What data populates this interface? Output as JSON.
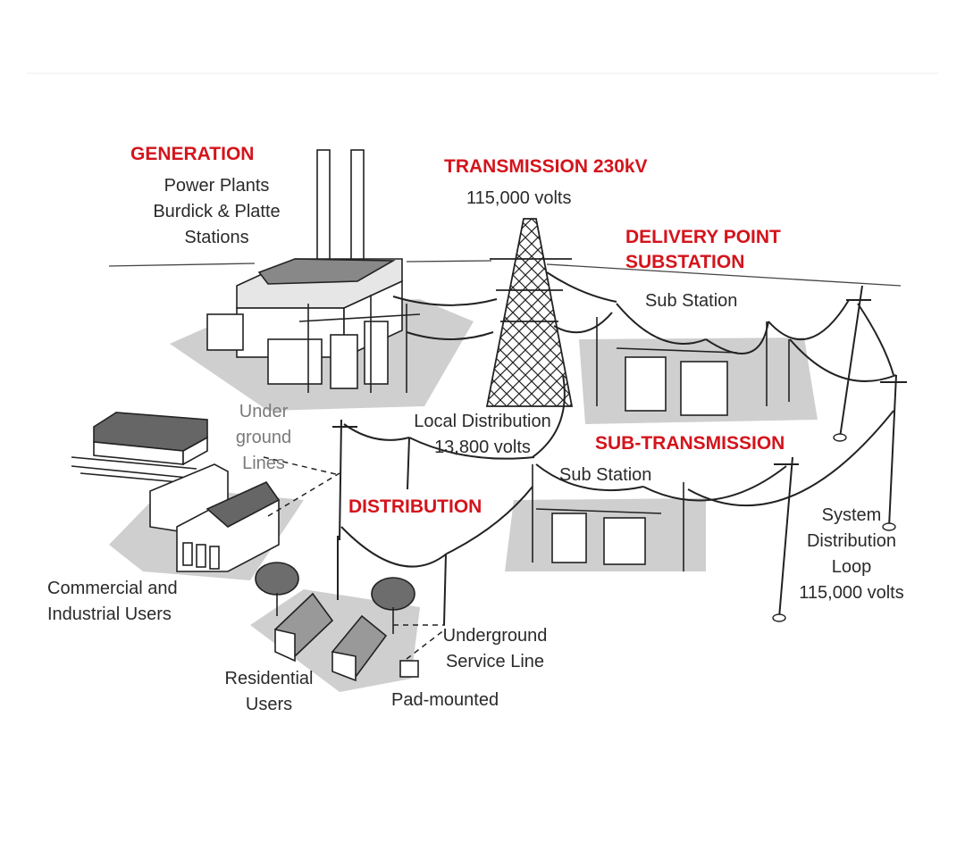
{
  "headings": {
    "generation": "GENERATION",
    "transmission": "TRANSMISSION 230kV",
    "delivery_point": [
      "DELIVERY POINT",
      "SUBSTATION"
    ],
    "sub_transmission": "SUB-TRANSMISSION",
    "distribution": "DISTRIBUTION"
  },
  "labels": {
    "power_plants": [
      "Power Plants",
      "Burdick & Platte",
      "Stations"
    ],
    "transmission_volts": "115,000 volts",
    "sub_station_upper": "Sub Station",
    "sub_station_lower": "Sub Station",
    "underground_lines": [
      "Under",
      "ground",
      "Lines"
    ],
    "local_distribution": [
      "Local Distribution",
      "13,800 volts"
    ],
    "system_loop": [
      "System",
      "Distribution",
      "Loop",
      "115,000 volts"
    ],
    "commercial_users": [
      "Commercial and",
      "Industrial Users"
    ],
    "residential_users": [
      "Residential",
      "Users"
    ],
    "underground_service": [
      "Underground",
      "Service Line"
    ],
    "pad_mounted": "Pad-mounted"
  },
  "colors": {
    "heading": "#d4141c",
    "text": "#2a2a2a",
    "ground": "#cfcfcf",
    "line": "#222222"
  }
}
